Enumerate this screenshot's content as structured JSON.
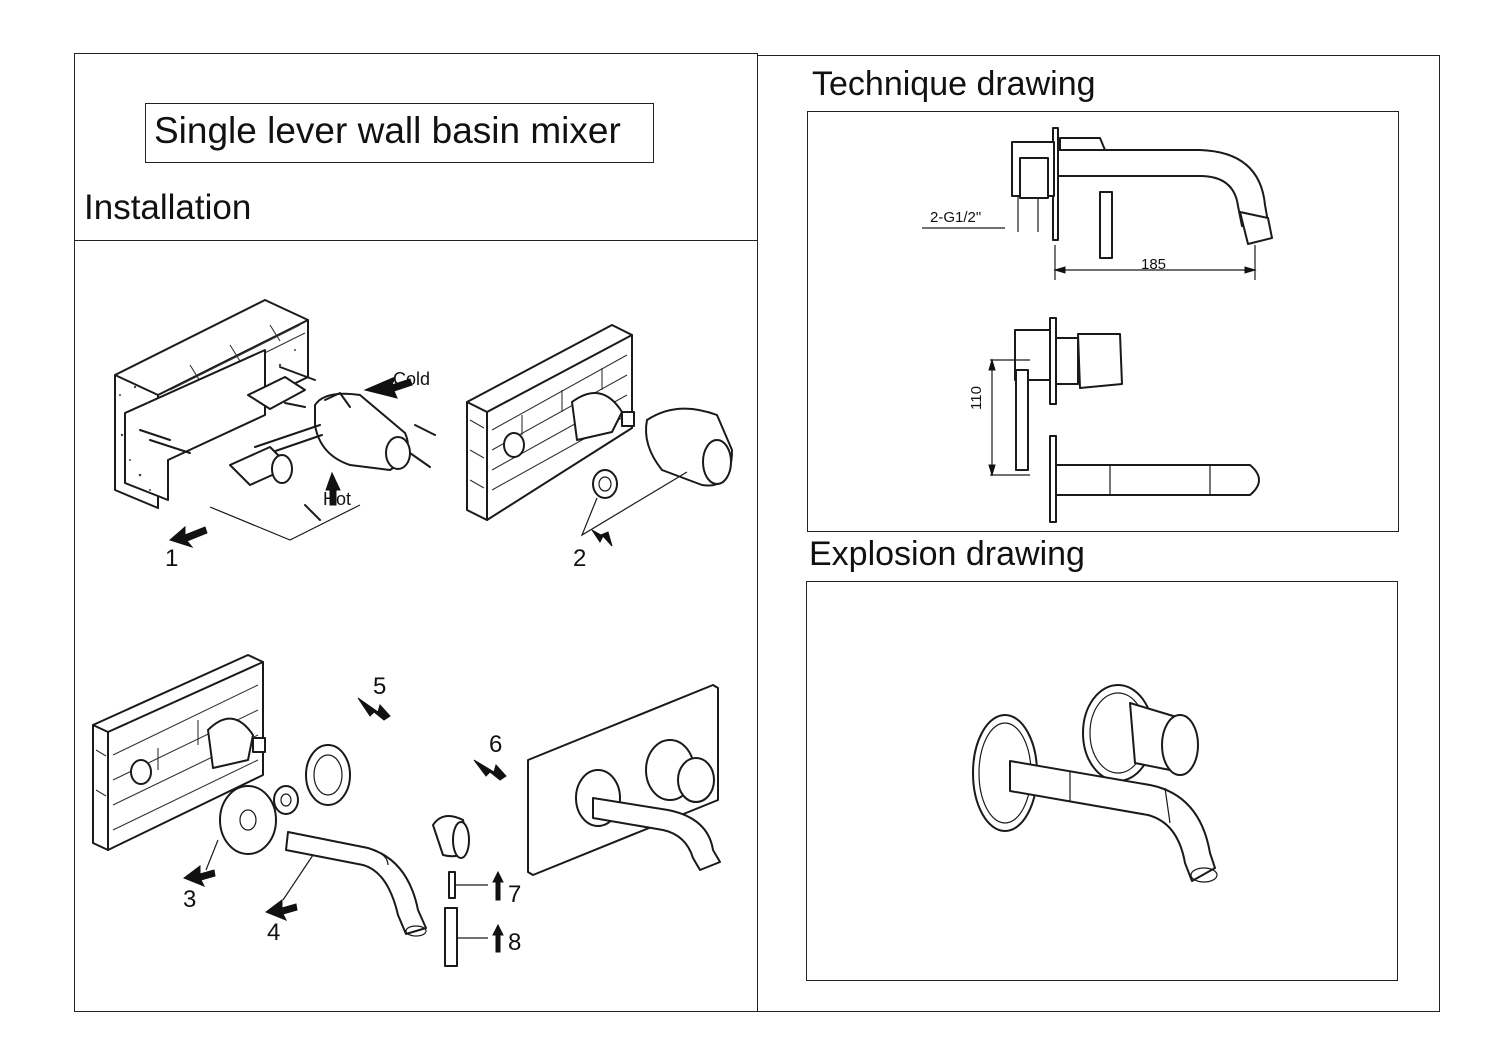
{
  "title": "Single lever wall basin mixer",
  "installation": {
    "heading": "Installation",
    "labels": {
      "cold": "Cold",
      "hot": "Hot"
    },
    "steps": [
      "1",
      "2",
      "3",
      "4",
      "5",
      "6",
      "7",
      "8"
    ]
  },
  "technique": {
    "heading": "Technique drawing",
    "thread": "2-G1/2\"",
    "length": "185",
    "height": "110"
  },
  "explosion": {
    "heading": "Explosion drawing"
  }
}
